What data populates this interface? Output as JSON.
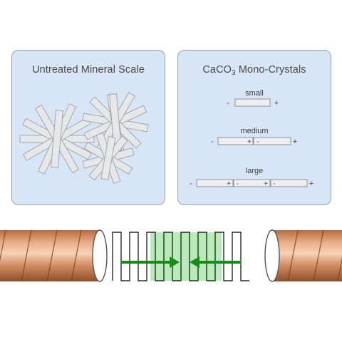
{
  "left_panel": {
    "title": "Untreated Mineral Scale"
  },
  "right_panel": {
    "title_prefix": "CaCO",
    "title_subscript": "3",
    "title_suffix": " Mono-Crystals",
    "sizes": [
      {
        "label": "small"
      },
      {
        "label": "medium"
      },
      {
        "label": "large"
      }
    ]
  },
  "charge_minus": "-",
  "charge_plus": "+",
  "colors": {
    "panel_fill": "#d8e5f5",
    "copper": "#c87d4e",
    "field_highlight": "#9fe59f",
    "arrow": "#1a8a1a"
  }
}
